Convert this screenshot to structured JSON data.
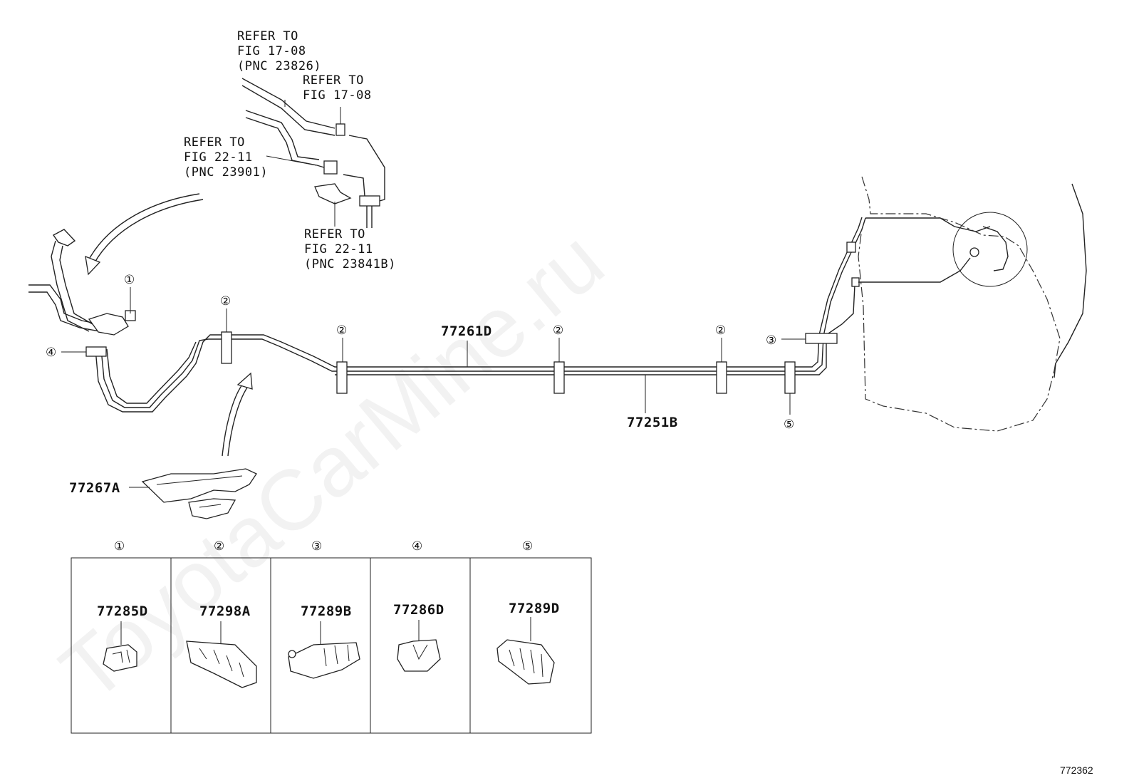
{
  "refer_callouts": [
    {
      "lines": [
        "REFER TO",
        "FIG 17-08",
        "(PNC 23826)"
      ]
    },
    {
      "lines": [
        "REFER TO",
        "FIG 17-08"
      ]
    },
    {
      "lines": [
        "REFER TO",
        "FIG 22-11",
        "(PNC 23901)"
      ]
    },
    {
      "lines": [
        "REFER TO",
        "FIG 22-11",
        "(PNC 23841B)"
      ]
    }
  ],
  "part_labels": {
    "tube_upper": "77261D",
    "tube_lower": "77251B",
    "protector": "77267A"
  },
  "clamp_markers": {
    "m1": "①",
    "m2": "②",
    "m3": "③",
    "m4": "④",
    "m5": "⑤"
  },
  "legend": [
    {
      "marker": "①",
      "part": "77285D"
    },
    {
      "marker": "②",
      "part": "77298A"
    },
    {
      "marker": "③",
      "part": "77289B"
    },
    {
      "marker": "④",
      "part": "77286D"
    },
    {
      "marker": "⑤",
      "part": "77289D"
    }
  ],
  "figure_number": "772362",
  "watermark": "ToyotaCarMine.ru"
}
